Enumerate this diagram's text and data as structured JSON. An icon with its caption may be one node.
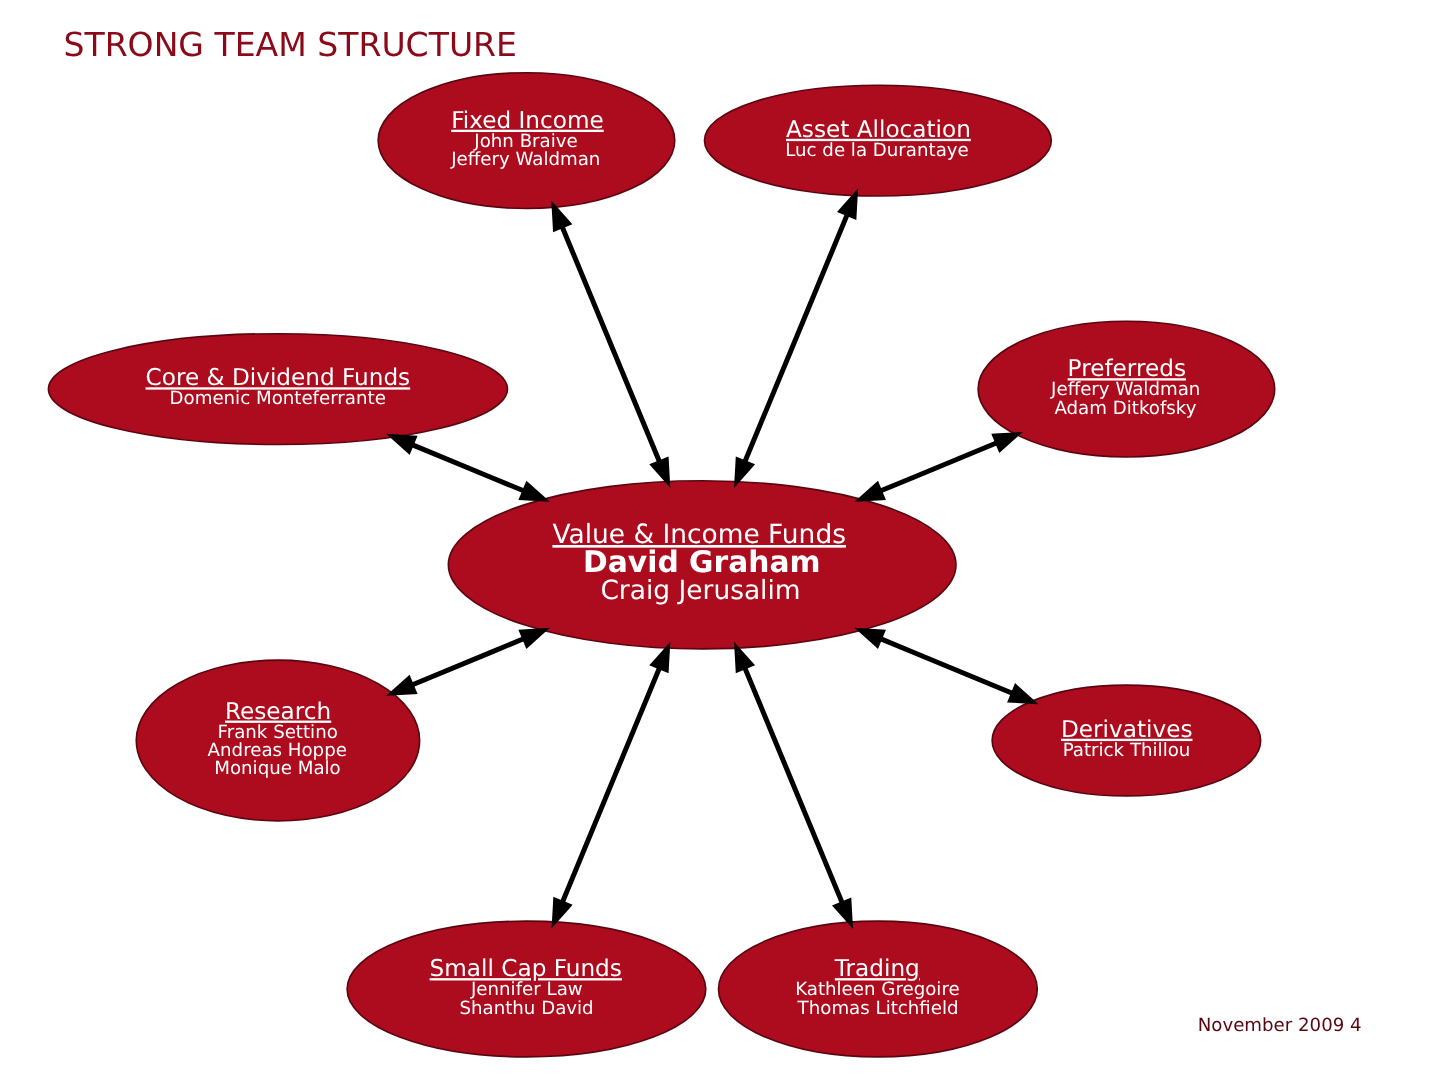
{
  "diagram": {
    "title": "STRONG TEAM STRUCTURE",
    "nodes": [
      {
        "text": [
          "Preferreds",
          "Jeffery Waldman",
          "Adam Ditkofsky"
        ]
      },
      {
        "text": [
          "Asset Allocation",
          "Luc de la Durantaye"
        ]
      },
      {
        "text": [
          "Fixed Income",
          "John Braive",
          "Jeffery Waldman"
        ]
      },
      {
        "text": [
          "Core & Dividend Funds",
          "Domenic Monteferrante"
        ]
      },
      {
        "text": [
          "Value & Income Funds",
          "David Graham",
          "Craig Jerusalim"
        ]
      },
      {
        "text": [
          "Research",
          "Frank Settino",
          "Andreas Hoppe",
          "Monique Malo"
        ]
      },
      {
        "text": [
          "Small Cap Funds",
          "Jennifer Law",
          "Shanthu David"
        ]
      },
      {
        "text": [
          "Trading",
          "Kathleen Gregoire",
          "Thomas Litchfield"
        ]
      },
      {
        "text": [
          "Derivatives",
          "Patrick Thillou"
        ]
      }
    ],
    "edges": [
      {
        "from": 4,
        "to": 0,
        "arrow": "both"
      },
      {
        "from": 4,
        "to": 1,
        "arrow": "both"
      },
      {
        "from": 4,
        "to": 2,
        "arrow": "both"
      },
      {
        "from": 4,
        "to": 3,
        "arrow": "both"
      },
      {
        "from": 4,
        "to": 5,
        "arrow": "both"
      },
      {
        "from": 4,
        "to": 6,
        "arrow": "both"
      },
      {
        "from": 4,
        "to": 7,
        "arrow": "both"
      },
      {
        "from": 4,
        "to": 8,
        "arrow": "both"
      }
    ],
    "labels": [
      "November 2009 4"
    ]
  }
}
